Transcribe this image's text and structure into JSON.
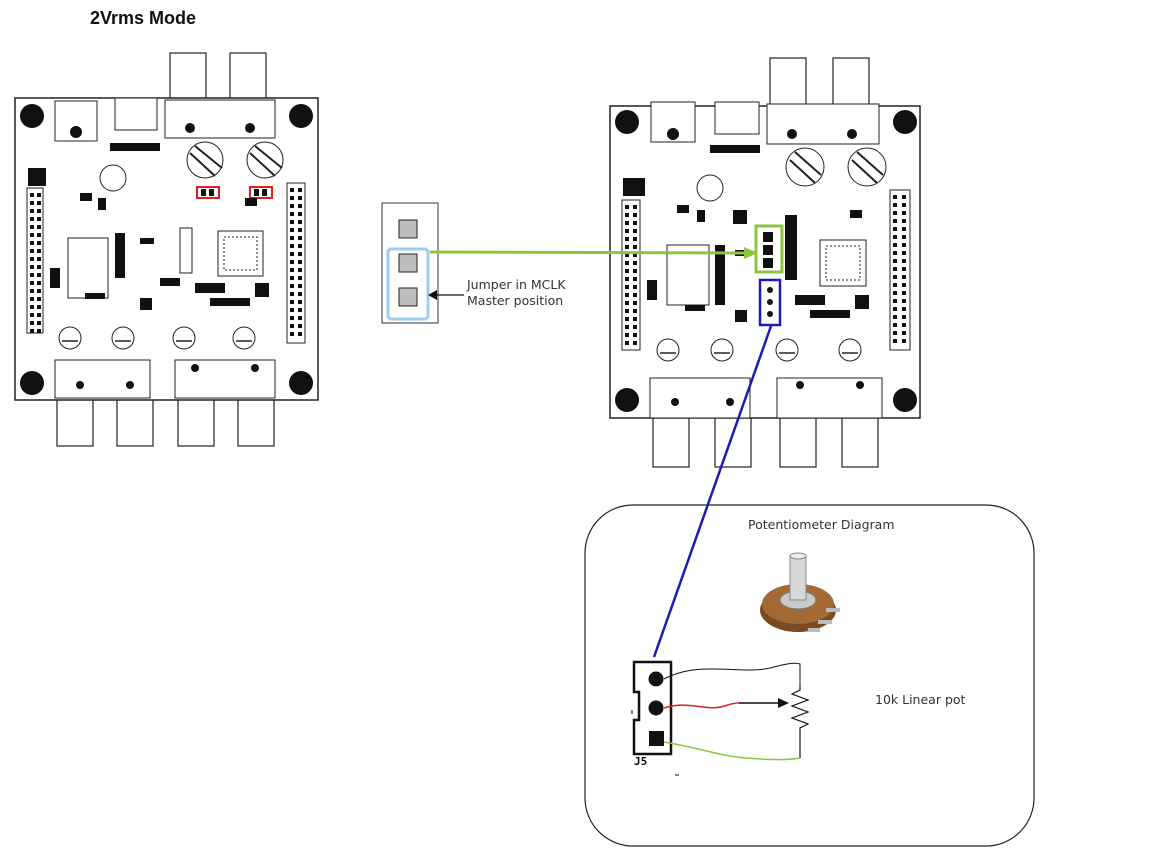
{
  "title": "2Vrms Mode",
  "jumper_note": {
    "line1": "Jumper in MCLK",
    "line2": "Master position"
  },
  "pot_box": {
    "title": "Potentiometer Diagram",
    "pot_label": "10k Linear pot",
    "connector_label": "J5"
  },
  "colors": {
    "green_highlight": "#8cc63f",
    "blue_highlight": "#1c1cb0",
    "light_blue": "#9ecdf0",
    "red_highlight": "#e02020",
    "wire_black": "#111111",
    "wire_red": "#e02020",
    "wire_green": "#8cc63f"
  },
  "icons": [
    "pcb-board-left",
    "pcb-board-right",
    "potentiometer-photo",
    "jumper-header-icon"
  ]
}
